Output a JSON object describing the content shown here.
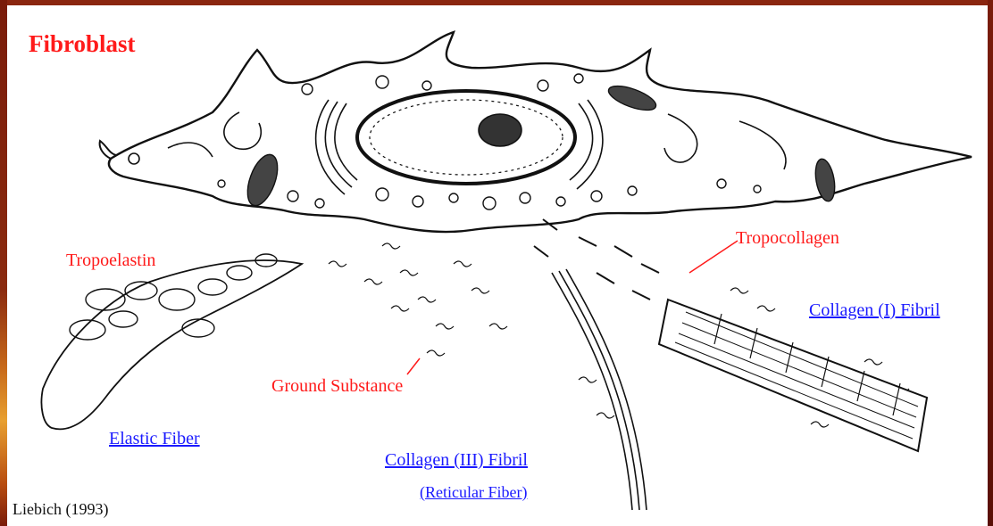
{
  "title": "Fibroblast",
  "labels": {
    "tropoelastin": "Tropoelastin",
    "tropocollagen": "Tropocollagen",
    "ground_substance": "Ground Substance",
    "collagen_i_fibril": "Collagen (I) Fibril",
    "elastic_fiber": "Elastic Fiber",
    "collagen_iii_fibril": "Collagen (III) Fibril",
    "reticular_fiber": "(Reticular Fiber)"
  },
  "credit": "Liebich (1993)",
  "colors": {
    "label_red": "#ff1a1a",
    "link_blue": "#1a1aff",
    "frame": "#6a1408",
    "ink": "#111111"
  }
}
